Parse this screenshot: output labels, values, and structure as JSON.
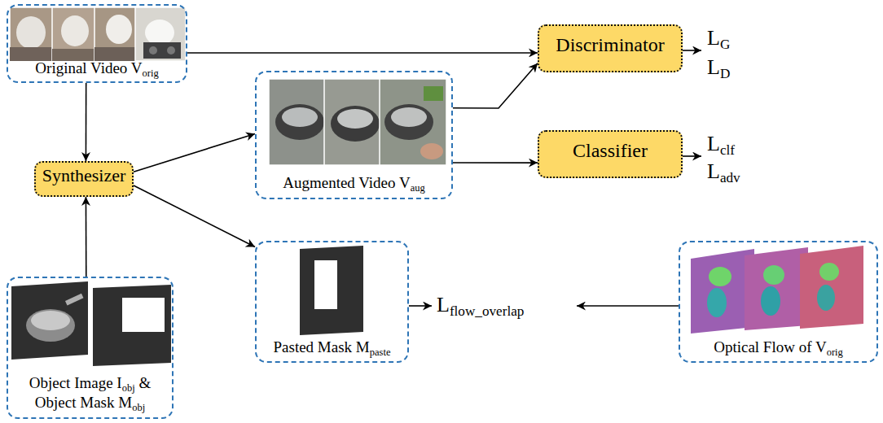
{
  "diagram": {
    "nodes": [
      {
        "text": [
          "Original Video Vorig"
        ]
      },
      {
        "text": [
          "Synthesizer"
        ]
      },
      {
        "text": [
          "Object Image Iobj & Object Mask Mobj"
        ]
      },
      {
        "text": [
          "Augmented Video Vaug"
        ]
      },
      {
        "text": [
          "Discriminator"
        ]
      },
      {
        "text": [
          "Classifier"
        ]
      },
      {
        "text": [
          "Pasted Mask Mpaste"
        ]
      },
      {
        "text": [
          "Optical Flow of Vorig"
        ]
      }
    ],
    "edges": [
      {
        "from": 0,
        "to": 4,
        "arrow": "to"
      },
      {
        "from": 0,
        "to": 1,
        "arrow": "to"
      },
      {
        "from": 2,
        "to": 1,
        "arrow": "to"
      },
      {
        "from": 1,
        "to": 3,
        "arrow": "to"
      },
      {
        "from": 1,
        "to": 6,
        "arrow": "to"
      },
      {
        "from": 3,
        "to": 4,
        "arrow": "to"
      },
      {
        "from": 3,
        "to": 5,
        "arrow": "to"
      }
    ],
    "labels": [
      "LG",
      "LD",
      "Lclf",
      "Ladv",
      "Lflow_overlap"
    ]
  }
}
